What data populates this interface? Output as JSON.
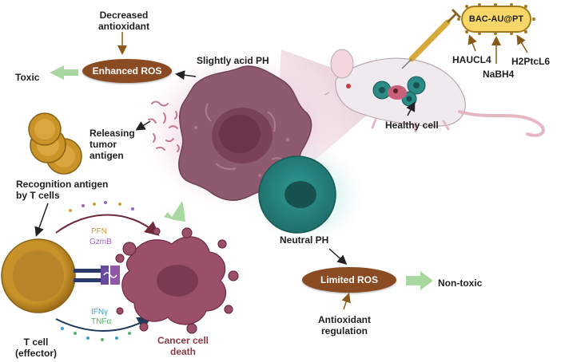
{
  "labels": {
    "decreased_antioxidant": "Decreased antioxidant",
    "enhanced_ros": "Enhanced ROS",
    "toxic": "Toxic",
    "slightly_acid_ph": "Slightly acid PH",
    "releasing_tumor_antigen": "Releasing tumor antigen",
    "recognition_antigen": "Recognition antigen by T cells",
    "pfn": "PFN",
    "gzmb": "GzmB",
    "ifng": "IFNγ",
    "tnfa": "TNFα",
    "t_cell_effector": "T cell (effector)",
    "cancer_cell_death": "Cancer cell death",
    "neutral_ph": "Neutral PH",
    "limited_ros": "Limited ROS",
    "non_toxic": "Non-toxic",
    "antioxidant_regulation": "Antioxidant regulation",
    "healthy_cell": "Healthy cell",
    "bac_au_pt": "BAC-AU@PT",
    "haucl4": "HAUCL4",
    "nabh4": "NaBH4",
    "h2ptcl6": "H2PtcL6"
  },
  "colors": {
    "ros_pill": "#8a4a22",
    "green_arrow": "#a8d8a0",
    "tumor_cell": "#8e5a6e",
    "cancer_death": "#9a5068",
    "healthy_cell": "#2a8a86",
    "t_cell": "#c9932a",
    "nanoparticle": "#f7d76a"
  }
}
